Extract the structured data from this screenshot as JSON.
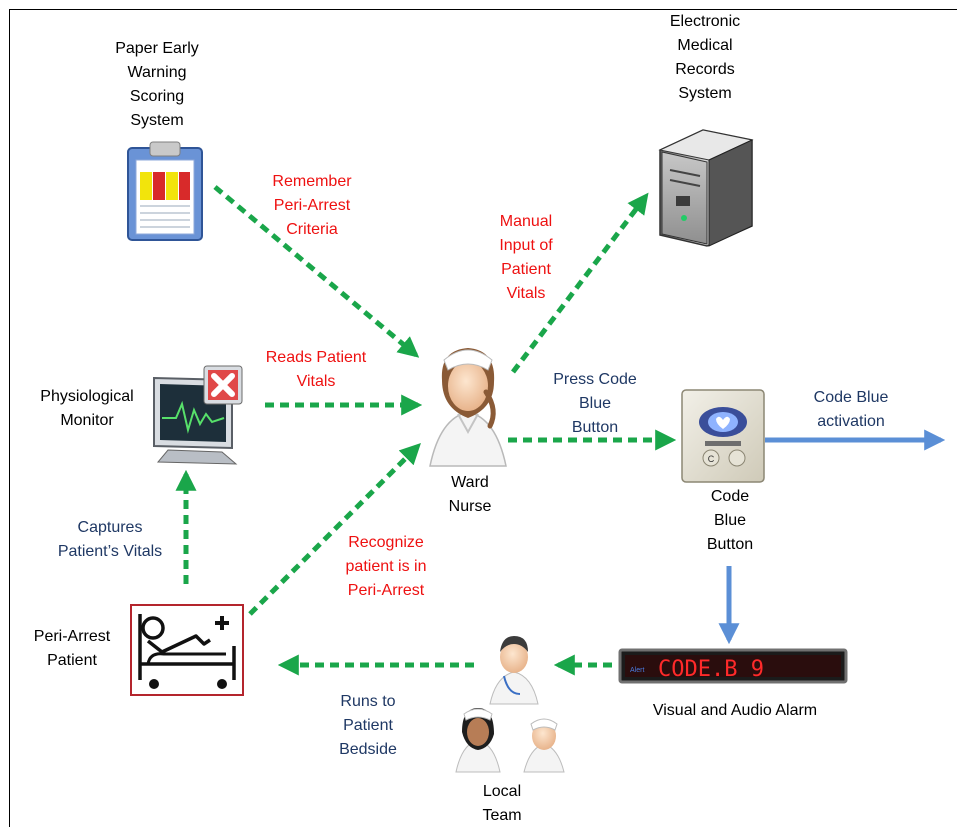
{
  "colors": {
    "red_text": "#ee1111",
    "navy_text": "#1f3864",
    "green_arrow": "#1aa64a",
    "blue_arrow": "#5b8fd6",
    "alarm_led": "#ff2a2a"
  },
  "nodes": {
    "paper_ews": {
      "lines": [
        "Paper Early",
        "Warning",
        "Scoring",
        "System"
      ],
      "icon": "clipboard-icon"
    },
    "emr": {
      "lines": [
        "Electronic",
        "Medical",
        "Records",
        "System"
      ],
      "icon": "server-tower-icon"
    },
    "monitor": {
      "lines": [
        "Physiological",
        "Monitor"
      ],
      "icon": "monitor-icon"
    },
    "ward_nurse": {
      "lines": [
        "Ward",
        "Nurse"
      ],
      "icon": "nurse-icon"
    },
    "code_blue_button": {
      "lines": [
        "Code",
        "Blue",
        "Button"
      ],
      "icon": "wall-button-icon"
    },
    "patient": {
      "lines": [
        "Peri-Arrest",
        "Patient"
      ],
      "icon": "hospital-bed-icon"
    },
    "alarm": {
      "lines": [
        "Visual and Audio Alarm"
      ],
      "icon": "led-display-icon",
      "display_text": "CODE.B  9"
    },
    "local_team": {
      "lines": [
        "Local",
        "Team"
      ],
      "icon": "medical-team-icon"
    }
  },
  "edges": {
    "remember_criteria": {
      "lines": [
        "Remember",
        "Peri-Arrest",
        "Criteria"
      ]
    },
    "reads_vitals": {
      "lines": [
        "Reads Patient",
        "Vitals"
      ]
    },
    "manual_input": {
      "lines": [
        "Manual",
        "Input of",
        "Patient",
        "Vitals"
      ]
    },
    "press_code_blue": {
      "lines": [
        "Press Code",
        "Blue",
        "Button"
      ]
    },
    "code_blue_activation": {
      "lines": [
        "Code Blue",
        "activation"
      ]
    },
    "captures_vitals": {
      "lines": [
        "Captures",
        "Patient’s Vitals"
      ]
    },
    "recognize_peri_arrest": {
      "lines": [
        "Recognize",
        "patient is in",
        "Peri-Arrest"
      ]
    },
    "runs_to_bedside": {
      "lines": [
        "Runs to",
        "Patient",
        "Bedside"
      ]
    }
  }
}
